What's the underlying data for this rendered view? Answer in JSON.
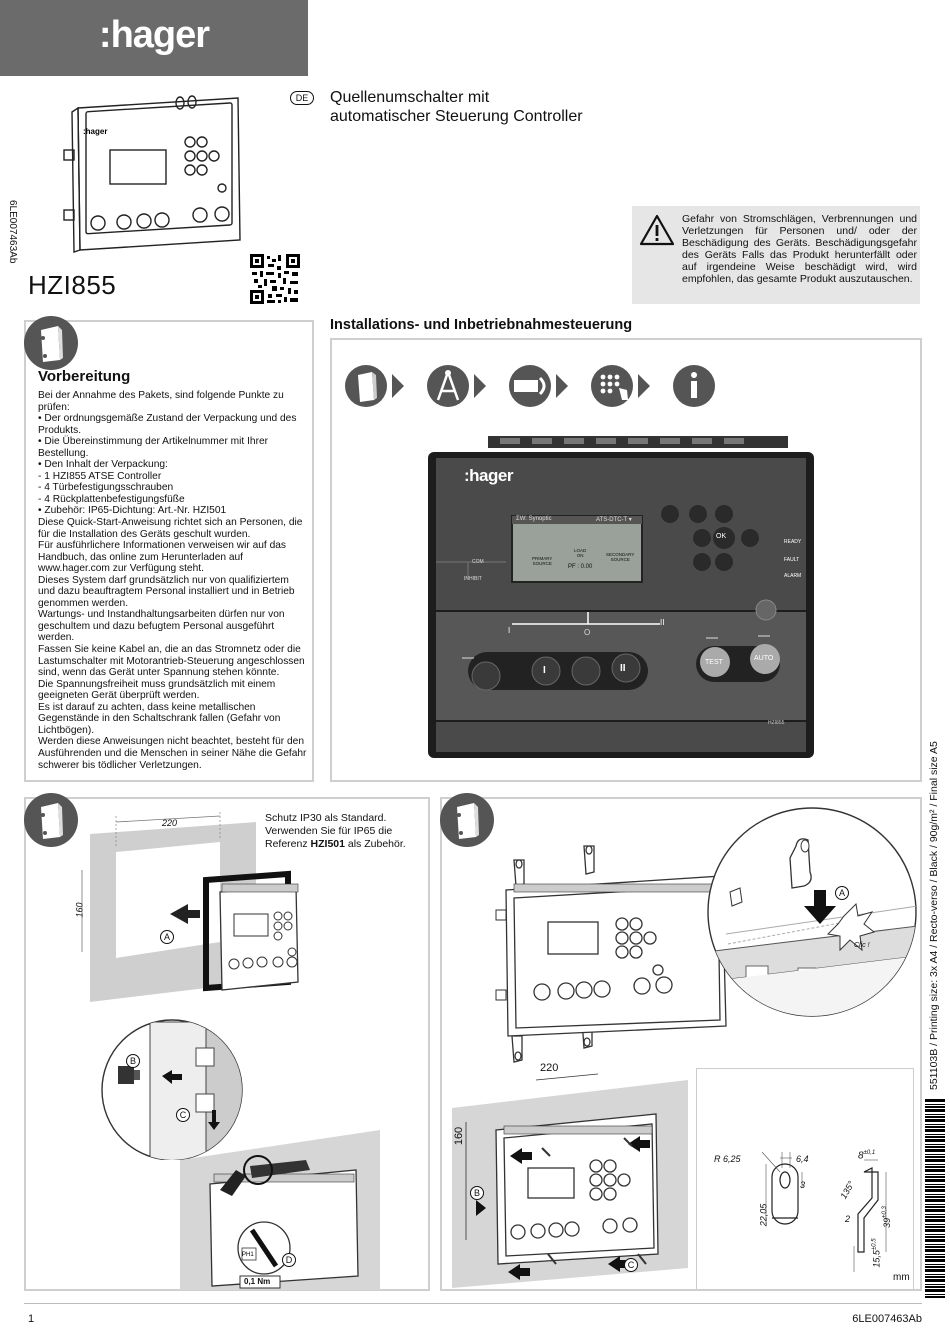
{
  "brand": {
    "logo": ":hager"
  },
  "header": {
    "lang": "DE",
    "title_line1": "Quellenumschalter mit",
    "title_line2": "automatischer Steuerung Controller",
    "doc_ref_side": "6LE007463Ab",
    "model": "HZI855"
  },
  "warning": {
    "text": "Gefahr von Stromschlägen, Verbrennungen und Verletzungen für Personen und/ oder der Beschädigung des Geräts. Beschädigungsgefahr des Geräts Falls das Produkt herunterfällt oder auf irgendeine Weise beschädigt wird, wird empfohlen, das gesamte Produkt auszutauschen."
  },
  "preparation": {
    "title": "Vorbereitung",
    "paragraphs": [
      "Bei der Annahme des Pakets, sind folgende Punkte zu prüfen:",
      "• Der ordnungsgemäße Zustand der Verpackung und des Produkts.",
      "• Die Übereinstimmung der Artikelnummer mit Ihrer Bestellung.",
      "• Den Inhalt der Verpackung:\n  - 1 HZI855 ATSE Controller\n  - 4 Türbefestigungsschrauben\n  - 4 Rückplattenbefestigungsfüße",
      "• Zubehör: IP65-Dichtung: Art.-Nr. HZI501",
      "Diese Quick-Start-Anweisung richtet sich an Personen, die für die Installation des Geräts geschult wurden.",
      "Für ausführlichere Informationen verweisen wir auf das Handbuch, das online zum Herunterladen auf www.hager.com zur Verfügung steht.",
      "Dieses System darf grundsätzlich nur von qualifiziertem und dazu beauftragtem Personal installiert und in Betrieb genommen werden.",
      "Wartungs- und Instandhaltungsarbeiten dürfen nur von geschultem und dazu befugtem Personal ausgeführt werden.",
      "Fassen Sie keine Kabel an, die an das Stromnetz oder die Lastumschalter mit Motorantrieb-Steuerung angeschlossen sind, wenn das Gerät unter Spannung stehen könnte.",
      "Die Spannungsfreiheit muss grundsätzlich mit einem geeigneten Gerät überprüft werden.",
      "Es ist darauf zu achten, dass keine metallischen Gegenstände in den Schaltschrank fallen (Gefahr von Lichtbögen).",
      "Werden diese Anweisungen nicht beachtet, besteht für den Ausführenden und die Menschen in seiner Nähe die Gefahr schwerer bis tödlicher Verletzungen."
    ]
  },
  "install": {
    "title": "Installations- und Inbetriebnahmesteuerung",
    "controller": {
      "logo": ":hager",
      "screen_header_left": "ΣW: Synoptic",
      "screen_header_right": "ATS-DTC-T ▾",
      "primary_source": "PRIMARY\nSOURCE",
      "load_on": "LOAD\nON",
      "secondary_source": "SECONDARY\nSOURCE",
      "pf": "PF : 0.00",
      "com": "COM",
      "inhibit": "INHIBIT",
      "ok": "OK",
      "ready": "READY",
      "fault": "FAULT",
      "alarm": "ALARM",
      "pos_i": "I",
      "pos_o": "O",
      "pos_ii": "II",
      "btn_i": "I",
      "btn_ii": "II",
      "btn_test": "TEST",
      "btn_auto": "AUTO",
      "model_tag": "HZI855"
    }
  },
  "mounting": {
    "ip_text_1": "Schutz IP30 als Standard.",
    "ip_text_2": "Verwenden Sie für IP65 die",
    "ip_text_3a": "Referenz ",
    "ip_text_3b": "HZI501",
    "ip_text_3c": " als Zubehör.",
    "dim_width": "220",
    "dim_height": "160",
    "label_a": "A",
    "label_b": "B",
    "label_c": "C",
    "label_d": "D",
    "torque": "0,1 Nm",
    "ph": "PH1",
    "clic": "Clic !",
    "bracket_dim_r": "R 6,25",
    "bracket_dim_64": "6,4",
    "bracket_dim_2205": "22,05",
    "bracket_dim_3": "3",
    "bracket_dim_8": "8",
    "bracket_dim_8_tol": "±0,1",
    "bracket_dim_135": "135°",
    "bracket_dim_39": "39",
    "bracket_dim_39_tol": "±0,3",
    "bracket_dim_2": "2",
    "bracket_dim_155": "15,5",
    "bracket_dim_155_tol": "±0,5",
    "units": "mm"
  },
  "footer": {
    "page": "1",
    "doc_ref": "6LE007463Ab",
    "print_info": "551103B / Printing size: 3x A4 / Recto-verso / Black / 90g/m² / Final size A5"
  }
}
